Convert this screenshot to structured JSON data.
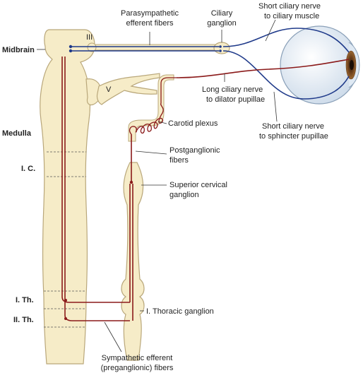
{
  "labels": {
    "midbrain": "Midbrain",
    "medulla": "Medulla",
    "ic": "I. C.",
    "ith": "I. Th.",
    "iith": "II. Th.",
    "nerve_iii": "III",
    "nerve_v": "V",
    "parasym_1": "Parasympathetic",
    "parasym_2": "efferent fibers",
    "ciliary_1": "Ciliary",
    "ciliary_2": "ganglion",
    "short_muscle_1": "Short ciliary nerve",
    "short_muscle_2": "to ciliary muscle",
    "long_1": "Long ciliary nerve",
    "long_2": "to dilator pupillae",
    "carotid": "Carotid plexus",
    "short_sphincter_1": "Short ciliary nerve",
    "short_sphincter_2": "to sphincter pupillae",
    "postgang_1": "Postganglionic",
    "postgang_2": "fibers",
    "scg_1": "Superior cervical",
    "scg_2": "ganglion",
    "thoracic": "I. Thoracic ganglion",
    "symp_1": "Sympathetic efferent",
    "symp_2": "(preganglionic) fibers"
  },
  "colors": {
    "tissue_fill": "#f6ecc8",
    "tissue_stroke": "#b9a77a",
    "parasympathetic": "#1f3a8a",
    "sympathetic": "#8b1a1a",
    "eye_fill": "#e6eef6",
    "iris": "#8a5a2b"
  }
}
